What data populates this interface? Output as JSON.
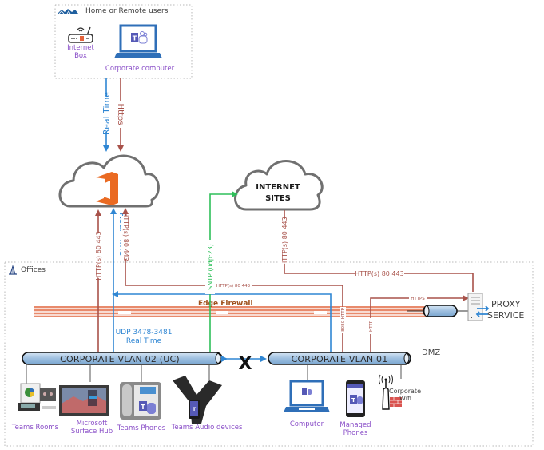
{
  "zones": {
    "home": {
      "title": "Home or Remote users"
    },
    "offices": {
      "title": "Offices"
    },
    "dmz": {
      "title": "DMZ"
    }
  },
  "devices": {
    "internet_box": {
      "line1": "Internet",
      "line2": "Box"
    },
    "corporate_computer": {
      "label": "Corporate computer"
    },
    "teams_rooms": {
      "label": "Teams Rooms"
    },
    "surface_hub": {
      "line1": "Microsoft",
      "line2": "Surface Hub"
    },
    "teams_phones": {
      "label": "Teams Phones"
    },
    "teams_audio": {
      "label": "Teams Audio devices"
    },
    "computer": {
      "label": "Computer"
    },
    "managed_phones": {
      "line1": "Managed",
      "line2": "Phones"
    },
    "corporate_wifi": {
      "line1": "Corporate",
      "line2": "Wifi"
    }
  },
  "clouds": {
    "office365": {
      "name": "Office 365"
    },
    "internet_sites": {
      "line1": "INTERNET",
      "line2": "SITES"
    }
  },
  "networks": {
    "vlan02": {
      "label": "CORPORATE VLAN 02 (UC)"
    },
    "vlan01": {
      "label": "CORPORATE VLAN 01"
    },
    "firewall": {
      "label": "Edge Firewall"
    },
    "proxy": {
      "line1": "PROXY",
      "line2": "SERVICE"
    },
    "isolation_mark": "X"
  },
  "connections": {
    "home_realtime": "Real Time",
    "home_https": "Https",
    "office_realtime": "Real Time",
    "office_http_left": "HTTP(s) 80 443",
    "office_http_right": "HTTP(s) 80 443",
    "internet_http": "HTTP(s) 80 443",
    "proxy_http": "HTTP(s) 80 443",
    "sntp": "SNTP (udp:23)",
    "mid_http": "HTTP(s) 80 443",
    "udp_line1": "UDP 3478-3481",
    "udp_line2": "Real Time",
    "https_small": "HTTPS",
    "http_small": "HTTP",
    "http_8080": "8080 HTTP"
  },
  "colors": {
    "realtime_blue": "#2f86d3",
    "http_red": "#a8524a",
    "sntp_green": "#2fbf5a",
    "firewall_orange": "#e2704a",
    "office_orange": "#ea6a22",
    "label_purple": "#8a4fc8",
    "vlan_fill": "#9fc0e0"
  }
}
